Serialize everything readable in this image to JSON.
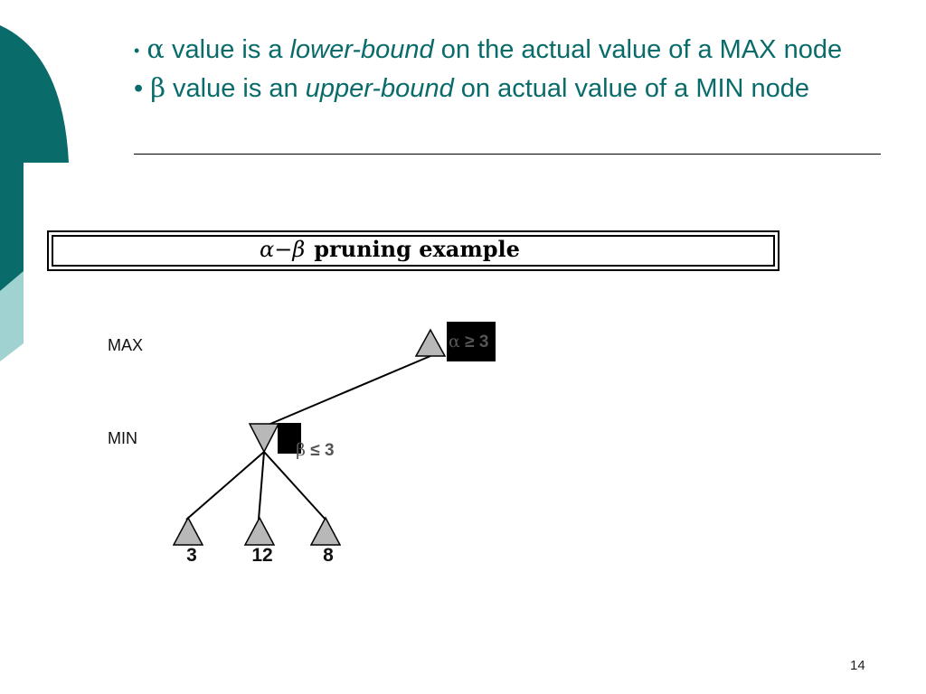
{
  "bullets": [
    {
      "marker": "•",
      "greek": "α",
      "before": " value is a ",
      "emph": "lower-bound",
      "after": " on the actual value of a MAX node"
    },
    {
      "marker": "•",
      "greek": "β",
      "before": " value is an ",
      "emph": "upper-bound",
      "after": " on actual value of a MIN node"
    }
  ],
  "panel_title": {
    "symbol": "α−β",
    "text": "pruning example"
  },
  "levels": {
    "max": "MAX",
    "min": "MIN"
  },
  "max_node_tag": {
    "greek": "α",
    "rest": " ≥ 3"
  },
  "min_node_tag": {
    "greek": "β",
    "rest": " ≤ 3"
  },
  "leaves": [
    "3",
    "12",
    "8"
  ],
  "page_number": "14",
  "colors": {
    "accent": "#0a6b6b",
    "accent_light": "#9fd2d0",
    "node_fill": "#b8b8b8"
  }
}
